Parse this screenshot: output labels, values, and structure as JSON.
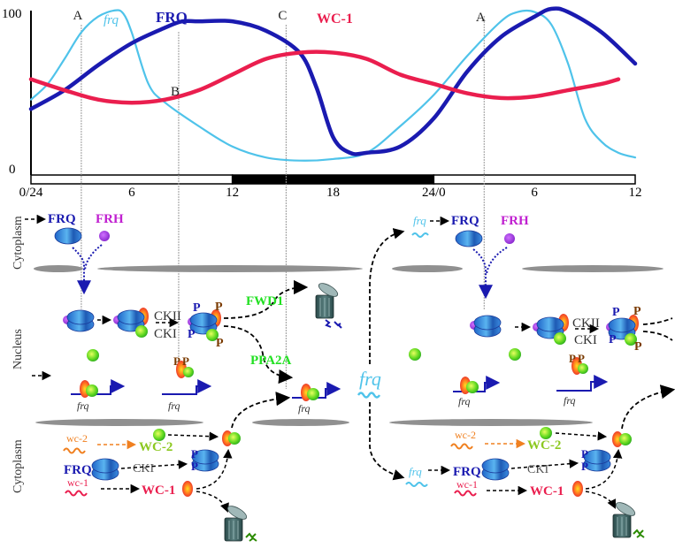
{
  "chart_data": {
    "type": "line",
    "title": "",
    "xlabel": "",
    "ylabel": "",
    "xlim": [
      0,
      36
    ],
    "ylim": [
      0,
      100
    ],
    "x_tick_labels": [
      "0/24",
      "6",
      "12",
      "18",
      "24/0",
      "6",
      "12"
    ],
    "x_tick_values": [
      0,
      6,
      12,
      18,
      24,
      30,
      36
    ],
    "y_tick_labels": [
      "0",
      "100"
    ],
    "y_tick_values": [
      0,
      100
    ],
    "grid": false,
    "light_dark_bar": [
      {
        "from": 0,
        "to": 12,
        "phase": "light"
      },
      {
        "from": 12,
        "to": 24,
        "phase": "dark"
      },
      {
        "from": 24,
        "to": 36,
        "phase": "light"
      }
    ],
    "series": [
      {
        "name": "frq",
        "color": "#4fc3ea",
        "x": [
          0,
          1,
          2,
          3,
          4,
          5,
          5.5,
          6,
          7,
          8,
          10,
          12,
          14,
          16,
          18,
          20,
          22,
          24,
          26,
          28,
          29,
          30,
          31,
          32,
          33,
          34,
          35,
          36
        ],
        "y": [
          42,
          52,
          68,
          85,
          95,
          99,
          97,
          85,
          52,
          40,
          25,
          12,
          5,
          3,
          4,
          8,
          25,
          45,
          70,
          92,
          98,
          98,
          90,
          65,
          30,
          15,
          8,
          5
        ]
      },
      {
        "name": "FRQ",
        "color": "#1a1ab0",
        "x": [
          0,
          2,
          4,
          6,
          8,
          9,
          10,
          12,
          14,
          16,
          17,
          18,
          19,
          20,
          22,
          24,
          26,
          28,
          30,
          31,
          32,
          34,
          36
        ],
        "y": [
          36,
          48,
          64,
          78,
          88,
          92,
          92,
          92,
          86,
          72,
          50,
          18,
          8,
          8,
          12,
          30,
          60,
          82,
          95,
          100,
          98,
          85,
          65
        ]
      },
      {
        "name": "WC-1",
        "color": "#ea1e4e",
        "x": [
          0,
          2,
          4,
          6,
          8,
          10,
          12,
          14,
          16,
          18,
          20,
          22,
          24,
          26,
          28,
          30,
          32,
          34,
          35
        ],
        "y": [
          55,
          48,
          42,
          40,
          42,
          48,
          58,
          68,
          72,
          72,
          68,
          58,
          52,
          46,
          43,
          44,
          48,
          52,
          55
        ]
      }
    ],
    "annotations": [
      {
        "text": "A",
        "x": 3
      },
      {
        "text": "B",
        "x": 8.8
      },
      {
        "text": "C",
        "x": 15.2
      },
      {
        "text": "A",
        "x": 27
      }
    ]
  },
  "series_labels": {
    "frq": "frq",
    "FRQ": "FRQ",
    "WC1": "WC-1"
  },
  "compartments": {
    "cytoplasm_top": "Cytoplasm",
    "nucleus": "Nucleus",
    "cytoplasm_bottom": "Cytoplasm"
  },
  "left_panel": {
    "frq_protein": "FRQ",
    "frh": "FRH",
    "ckii": "CKII",
    "cki": "CKI",
    "fwd1": "FWD1",
    "ppa2a": "PPA2A",
    "gene_1": "frq",
    "gene_2": "frq",
    "gene_3": "frq",
    "phospho": "P",
    "wc2_mrna": "wc-2",
    "wc2_protein": "WC-2",
    "frq_cyto": "FRQ",
    "cki_cyto": "CKI",
    "wc1_mrna": "wc-1",
    "wc1_protein": "WC-1"
  },
  "middle": {
    "frq_mrna": "frq"
  },
  "right_panel": {
    "frq_mrna_top": "frq",
    "frq_protein": "FRQ",
    "frh": "FRH",
    "ckii": "CKII",
    "cki": "CKI",
    "gene_1": "frq",
    "gene_2": "frq",
    "wc2_mrna": "wc-2",
    "wc2_protein": "WC-2",
    "frq_mrna_bottom": "frq",
    "frq_cyto": "FRQ",
    "cki_cyto": "CKI",
    "wc1_mrna": "wc-1",
    "wc1_protein": "WC-1"
  },
  "colors": {
    "frq_mrna": "#4fc3ea",
    "frq_protein": "#1a1ab0",
    "wc1": "#ea1e4e",
    "frh": "#c020d0",
    "enzyme_label": "#22e022",
    "wc2": "#8cc820",
    "wc2_mrna": "#f08020",
    "phospho": "#7a3a00",
    "membrane": "#909090"
  }
}
